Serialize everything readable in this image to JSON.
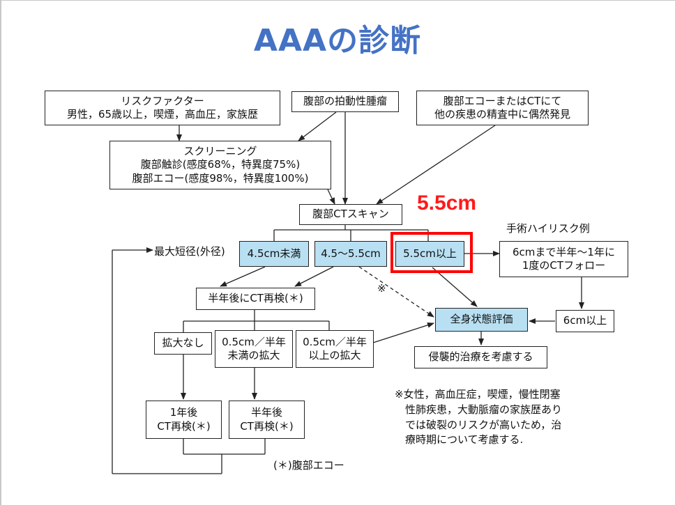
{
  "title": "AAAの診断",
  "highlight_label": "5.5cm",
  "nodes": {
    "risk": "リスクファクター\n男性，65歳以上，喫煙，高血圧，家族歴",
    "pulsatile": "腹部の拍動性腫瘤",
    "incidental": "腹部エコーまたはCTにて\n他の疾患の精査中に偶然発見",
    "screening": "スクリーニング\n腹部触診(感度68%，特異度75%)\n腹部エコー(感度98%，特異度100%)",
    "ct_scan": "腹部CTスキャン",
    "under45": "4.5cm未満",
    "mid": "4.5～5.5cm",
    "over55": "5.5cm以上",
    "followup": "6cmまで半年～1年に\n1度のCTフォロー",
    "half_year": "半年後にCT再検(＊)",
    "no_expand": "拡大なし",
    "expand_small": "0.5cm／半年\n未満の拡大",
    "expand_large": "0.5cm／半年\n以上の拡大",
    "general": "全身状態評価",
    "six_cm": "6cm以上",
    "invasive": "侵襲的治療を考慮する",
    "one_year": "1年後\nCT再検(＊)",
    "half_year2": "半年後\nCT再検(＊)"
  },
  "labels": {
    "max_diameter": "最大短径(外径)",
    "high_risk": "手術ハイリスク例",
    "asterisk_mark": "※",
    "note": "※女性，高血圧症，喫煙，慢性閉塞\n　性肺疾患，大動脈瘤の家族歴あり\n　では破裂のリスクが高いため，治\n　療時期について考慮する.",
    "echo_note": "(＊)腹部エコー"
  }
}
